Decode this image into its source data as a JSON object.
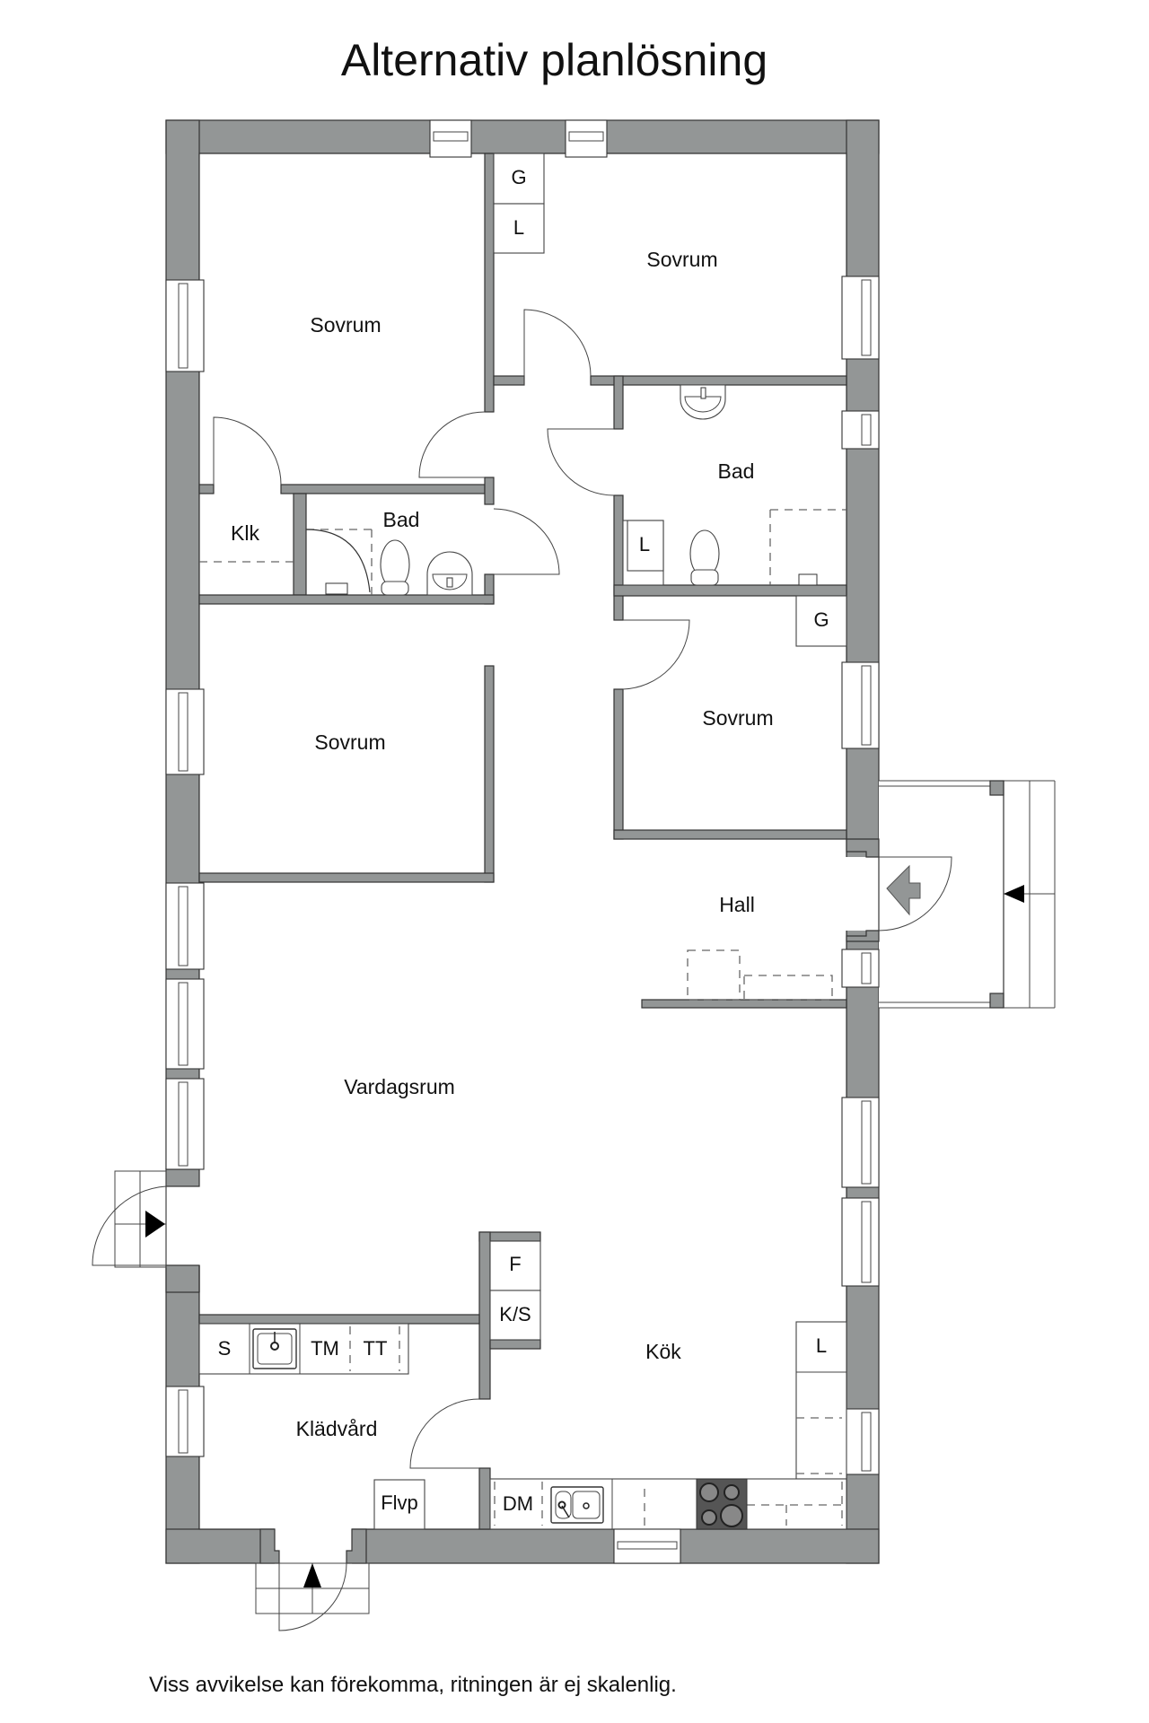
{
  "title": "Alternativ planlösning",
  "disclaimer": "Viss avvikelse kan förekomma, ritningen är ej skalenlig.",
  "colors": {
    "wall": "#939696",
    "outline": "#333333",
    "stove": "#555555",
    "background": "#ffffff"
  },
  "rooms": {
    "sovrum_top_left": "Sovrum",
    "sovrum_top_right": "Sovrum",
    "klk": "Klk",
    "bad_small": "Bad",
    "bad_large": "Bad",
    "sovrum_mid_left": "Sovrum",
    "sovrum_mid_right": "Sovrum",
    "hall": "Hall",
    "vardagsrum": "Vardagsrum",
    "kok": "Kök",
    "kladvard": "Klädvård"
  },
  "fixtures": {
    "g_top": "G",
    "l_top": "L",
    "l_bath": "L",
    "g_bedroom": "G",
    "f": "F",
    "ks": "K/S",
    "s": "S",
    "tm": "TM",
    "tt": "TT",
    "flvp": "Flvp",
    "dm": "DM",
    "l_kitchen": "L"
  },
  "icons": {
    "entry_arrow": "entry-arrow-icon",
    "step_arrow": "step-arrow-icon",
    "stove": "stove-icon",
    "sink": "sink-icon",
    "toilet": "toilet-icon",
    "washbasin": "washbasin-icon",
    "shower": "shower-icon"
  }
}
